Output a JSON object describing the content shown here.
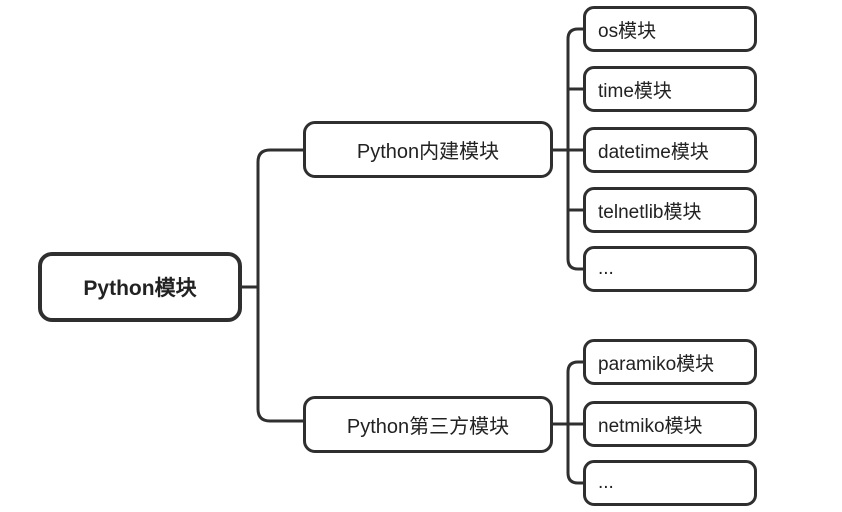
{
  "diagram": {
    "title": "Python modules mind map",
    "colors": {
      "border": "#2f2f2f",
      "background": "#ffffff",
      "text": "#222222"
    },
    "root": {
      "label": "Python模块"
    },
    "branches": [
      {
        "label": "Python内建模块",
        "children": [
          {
            "label": "os模块"
          },
          {
            "label": "time模块"
          },
          {
            "label": "datetime模块"
          },
          {
            "label": "telnetlib模块"
          },
          {
            "label": "..."
          }
        ]
      },
      {
        "label": "Python第三方模块",
        "children": [
          {
            "label": "paramiko模块"
          },
          {
            "label": "netmiko模块"
          },
          {
            "label": "..."
          }
        ]
      }
    ]
  }
}
